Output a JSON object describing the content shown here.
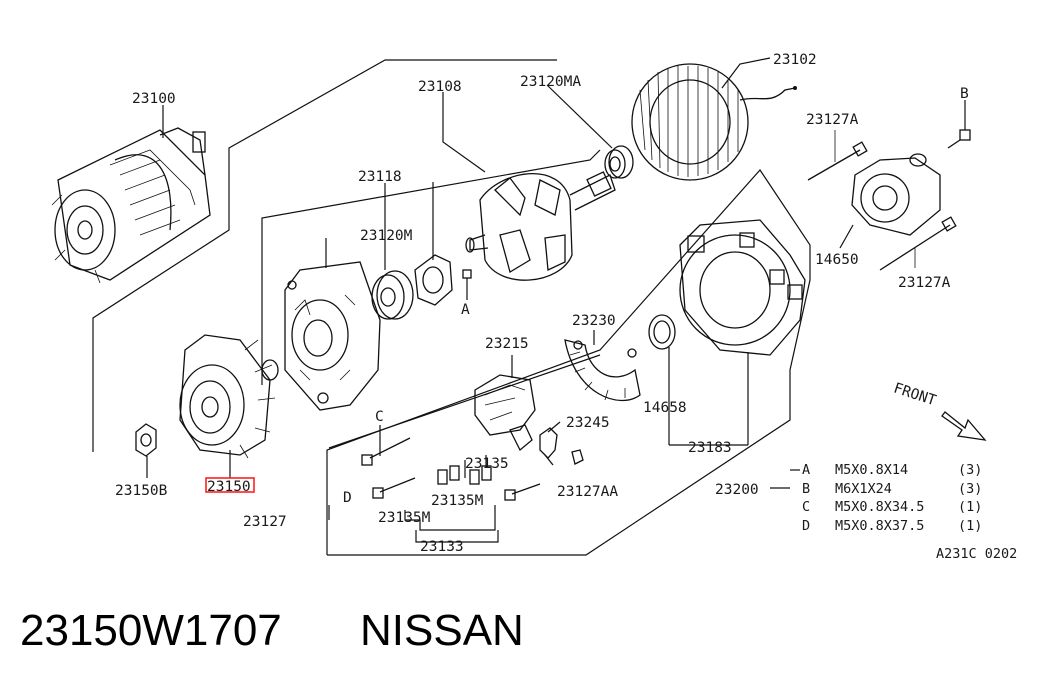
{
  "part_labels": {
    "p23100": "23100",
    "p23108": "23108",
    "p23120MA": "23120MA",
    "p23102": "23102",
    "p23118": "23118",
    "p23120M": "23120M",
    "pA1": "A",
    "p23127A_top": "23127A",
    "pB": "B",
    "p14650": "14650",
    "p23127A_bot": "23127A",
    "p23230": "23230",
    "p23215": "23215",
    "pC": "C",
    "p23245": "23245",
    "p14658": "14658",
    "p23135": "23135",
    "p23183": "23183",
    "pFRONT": "FRONT",
    "p23150B": "23150B",
    "p23150": "23150",
    "pD": "D",
    "p23127AA": "23127AA",
    "p23135M_a": "23135M",
    "p23135M_b": "23135M",
    "p23127": "23127",
    "p23133": "23133",
    "p23200": "23200"
  },
  "bolt_specs": [
    {
      "key": "A",
      "size": "M5X0.8X14",
      "qty": "(3)"
    },
    {
      "key": "B",
      "size": "M6X1X24",
      "qty": "(3)"
    },
    {
      "key": "C",
      "size": "M5X0.8X34.5",
      "qty": "(1)"
    },
    {
      "key": "D",
      "size": "M5X0.8X37.5",
      "qty": "(1)"
    }
  ],
  "diagram_code": "A231C 0202",
  "caption": {
    "part_number": "23150W1707",
    "brand": "NISSAN"
  },
  "highlight_color": "#ff2020"
}
